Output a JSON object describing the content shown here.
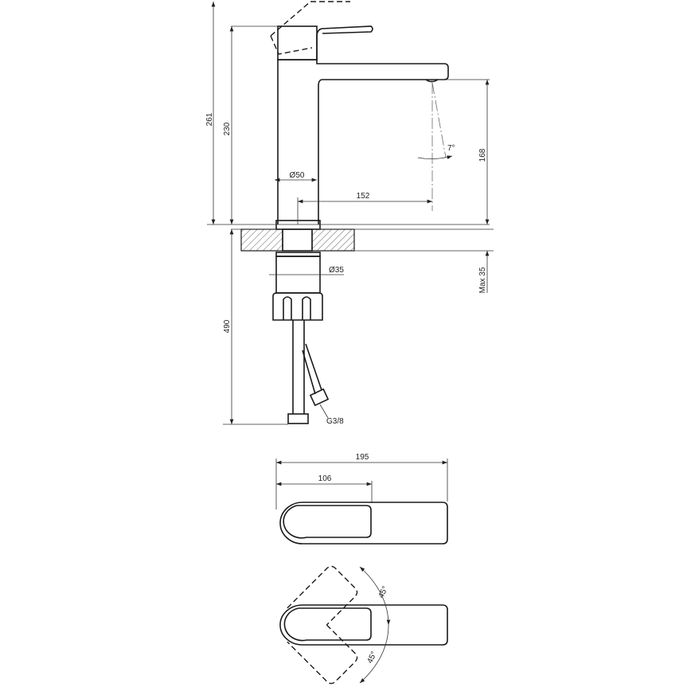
{
  "labels": {
    "height_total": "261",
    "height_spout_top": "230",
    "spout_height": "168",
    "spray_angle": "7°",
    "body_diameter": "Ø50",
    "spout_reach": "152",
    "max_counter_thickness": "Max 35",
    "shank_diameter": "Ø35",
    "hose_length": "490",
    "hose_thread": "G3/8",
    "top_length": "195",
    "top_handle_length": "106",
    "rotation_angle_upper": "45°",
    "rotation_angle_lower": "45°"
  },
  "colors": {
    "line": "#1a1a1a",
    "background": "#ffffff"
  }
}
